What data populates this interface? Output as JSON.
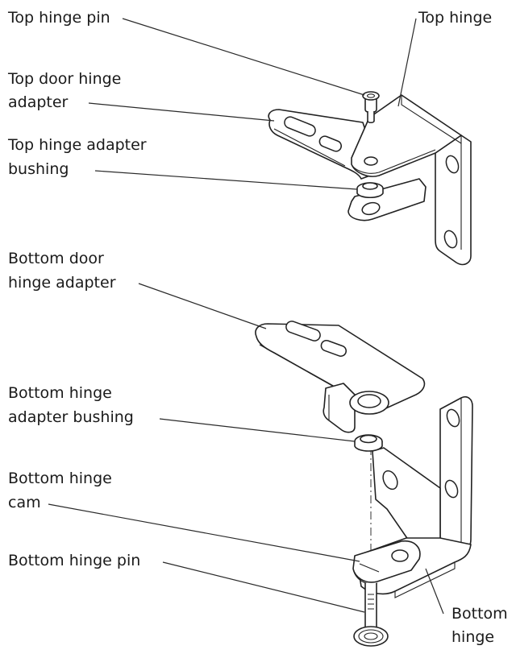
{
  "labels": {
    "top_hinge_pin": "Top hinge pin",
    "top_hinge": "Top hinge",
    "top_door_hinge_adapter_1": "Top door hinge",
    "top_door_hinge_adapter_2": "adapter",
    "top_hinge_adapter_bushing_1": "Top hinge adapter",
    "top_hinge_adapter_bushing_2": "bushing",
    "bottom_door_hinge_adapter_1": "Bottom door",
    "bottom_door_hinge_adapter_2": "hinge adapter",
    "bottom_hinge_adapter_bushing_1": "Bottom hinge",
    "bottom_hinge_adapter_bushing_2": "adapter bushing",
    "bottom_hinge_cam_1": "Bottom hinge",
    "bottom_hinge_cam_2": "cam",
    "bottom_hinge_pin": "Bottom hinge pin",
    "bottom_hinge_1": "Bottom",
    "bottom_hinge_2": "hinge"
  }
}
